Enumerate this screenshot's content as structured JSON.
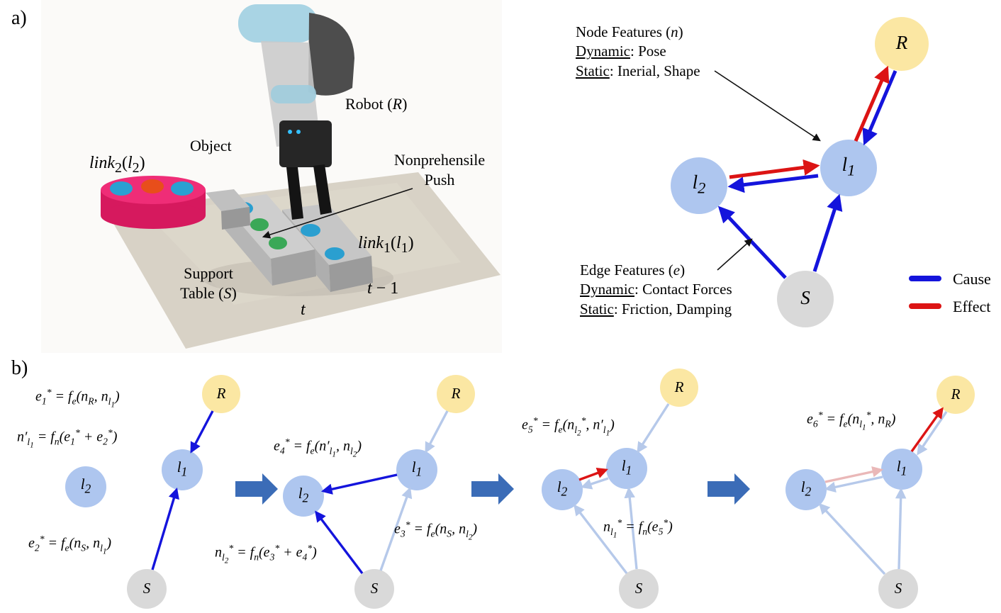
{
  "section_a": {
    "label": "a)",
    "photo_labels": {
      "robot": "Robot (<i>R</i>)",
      "object": "Object",
      "link2": "<i>link</i><sub>2</sub>(<i>l</i><sub>2</sub>)",
      "push": "Nonprehensile<br>Push",
      "link1": "<i>link</i><sub>1</sub>(<i>l</i><sub>1</sub>)",
      "support_table": "Support<br>Table (<i>S</i>)",
      "time_t_minus_1": "<i>t</i> − 1",
      "time_t": "<i>t</i>"
    },
    "graph": {
      "node_features_note": "Node Features (<i>n</i>)<br><u>Dynamic</u>: Pose<br><u>Static</u>: Inerial, Shape",
      "edge_features_note": "Edge Features (<i>e</i>)<br><u>Dynamic</u>: Contact Forces<br><u>Static</u>: Friction, Damping",
      "legend_cause": "Cause",
      "legend_effect": "Effect"
    }
  },
  "nodes": {
    "R": "R",
    "l1": "l<sub>1</sub>",
    "l2": "l<sub>2</sub>",
    "S": "S"
  },
  "section_b": {
    "label": "b)",
    "panels": [
      {
        "equations": [
          "e<sub>1</sub><sup>*</sup> = f<sub>e</sub>(n<sub>R</sub>, n<sub>l<sub>1</sub></sub>)",
          "n′<sub>l<sub>1</sub></sub> = f<sub>n</sub>(e<sub>1</sub><sup>*</sup> + e<sub>2</sub><sup>*</sup>)",
          "e<sub>2</sub><sup>*</sup> = f<sub>e</sub>(n<sub>S</sub>, n<sub>l<sub>1</sub></sub>)"
        ]
      },
      {
        "equations": [
          "e<sub>4</sub><sup>*</sup> = f<sub>e</sub>(n′<sub>l<sub>1</sub></sub>, n<sub>l<sub>2</sub></sub>)",
          "e<sub>3</sub><sup>*</sup> = f<sub>e</sub>(n<sub>S</sub>, n<sub>l<sub>2</sub></sub>)",
          "n<sub>l<sub>2</sub></sub><sup>*</sup> = f<sub>n</sub>(e<sub>3</sub><sup>*</sup> + e<sub>4</sub><sup>*</sup>)"
        ]
      },
      {
        "equations": [
          "e<sub>5</sub><sup>*</sup> = f<sub>e</sub>(n<sub>l<sub>2</sub></sub><sup>*</sup>, n′<sub>l<sub>1</sub></sub>)",
          "n<sub>l<sub>1</sub></sub><sup>*</sup> = f<sub>n</sub>(e<sub>5</sub><sup>*</sup>)"
        ]
      },
      {
        "equations": [
          "e<sub>6</sub><sup>*</sup> = f<sub>e</sub>(n<sub>l<sub>1</sub></sub><sup>*</sup>, n<sub>R</sub>)"
        ]
      }
    ]
  },
  "colors": {
    "cause_blue": "#1414dc",
    "effect_red": "#dc1414",
    "faded_cause_blue": "#b6c9ea",
    "faded_effect_red": "#eab8b8",
    "node_link_blue": "#aec6ef",
    "node_robot_yellow": "#fbe7a3",
    "node_support_gray": "#d9d9d9",
    "step_arrow_blue": "#3b6cb7",
    "object_pink": "#d6195e",
    "marker_blue": "#2a9fd0",
    "marker_green": "#3aa857",
    "marker_orange": "#e84e1b"
  }
}
